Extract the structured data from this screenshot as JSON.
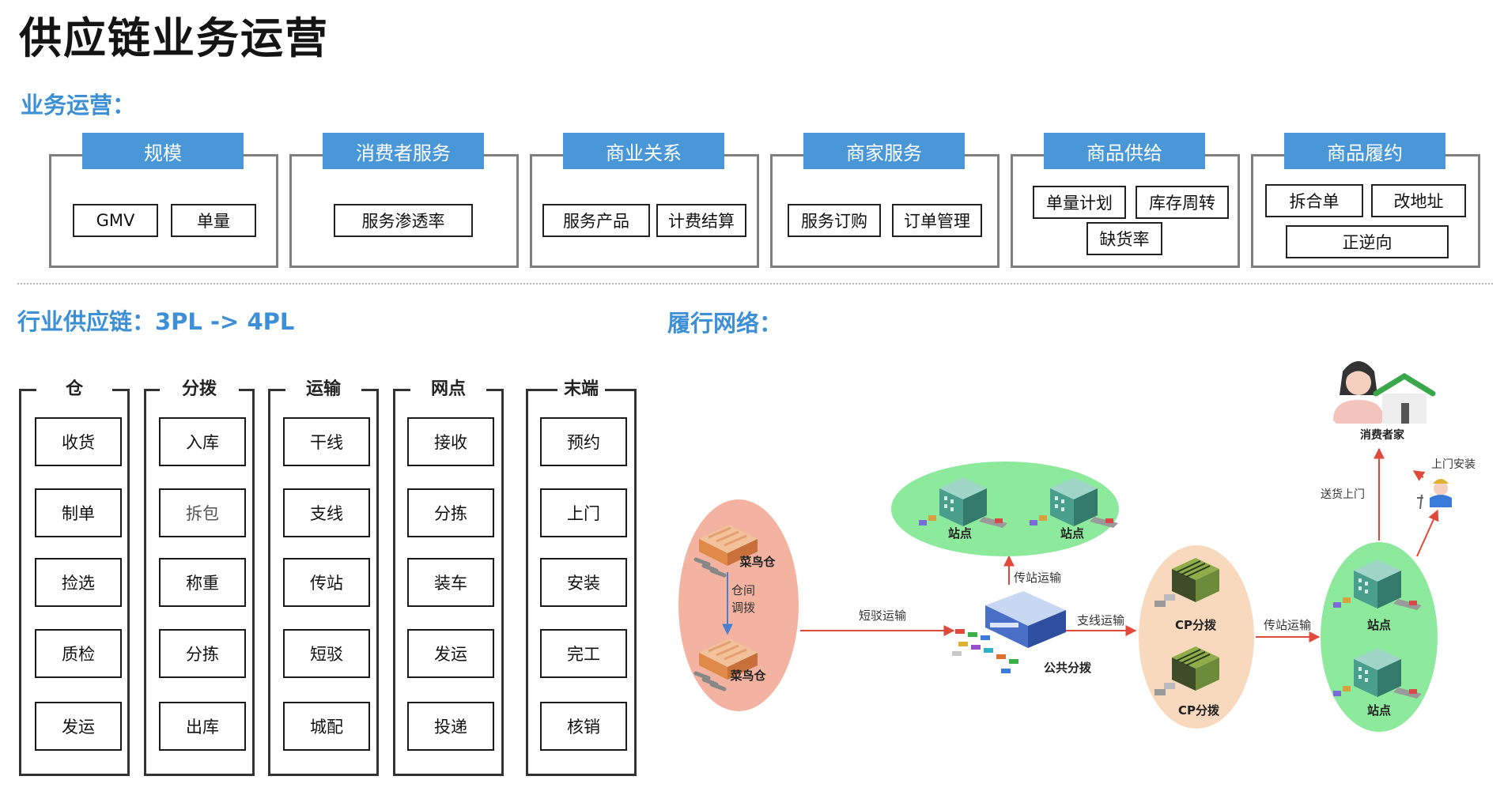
{
  "title": "供应链业务运营",
  "ops_label": "业务运营：",
  "ops": [
    {
      "title": "规模",
      "tags": [
        "GMV",
        "单量"
      ]
    },
    {
      "title": "消费者服务",
      "tags": [
        "服务渗透率"
      ]
    },
    {
      "title": "商业关系",
      "tags": [
        "服务产品",
        "计费结算"
      ]
    },
    {
      "title": "商家服务",
      "tags": [
        "服务订购",
        "订单管理"
      ]
    },
    {
      "title": "商品供给",
      "tags": [
        "单量计划",
        "库存周转",
        "缺货率"
      ]
    },
    {
      "title": "商品履约",
      "tags": [
        "拆合单",
        "改地址",
        "正逆向"
      ]
    }
  ],
  "chain_label": "行业供应链：3PL -> 4PL",
  "chain": [
    {
      "title": "仓",
      "items": [
        "收货",
        "制单",
        "捡选",
        "质检",
        "发运"
      ]
    },
    {
      "title": "分拨",
      "items": [
        "入库",
        "拆包",
        "称重",
        "分拣",
        "出库"
      ]
    },
    {
      "title": "运输",
      "items": [
        "干线",
        "支线",
        "传站",
        "短驳",
        "城配"
      ]
    },
    {
      "title": "网点",
      "items": [
        "接收",
        "分拣",
        "装车",
        "发运",
        "投递"
      ]
    },
    {
      "title": "末端",
      "items": [
        "预约",
        "上门",
        "安装",
        "完工",
        "核销"
      ]
    }
  ],
  "network_label": "履行网络：",
  "network": {
    "warehouse": "菜鸟仓",
    "transfer_1": "仓间",
    "transfer_2": "调拨",
    "short_haul": "短驳运输",
    "hub": "公共分拨",
    "relay_up": "传站运输",
    "branch": "支线运输",
    "cp_hub": "CP分拨",
    "relay_right": "传站运输",
    "station": "站点",
    "consumer": "消费者家",
    "deliver": "送货上门",
    "install": "上门安装"
  },
  "colors": {
    "accent": "#4a97d8",
    "section_text": "#3d8fd6",
    "warehouse_ellipse": "#f3b3a0",
    "cp_ellipse": "#f8d9be",
    "station_ellipse": "#8de99b",
    "arrow": "#e04a3a",
    "transfer_arrow": "#4a7fd0"
  }
}
